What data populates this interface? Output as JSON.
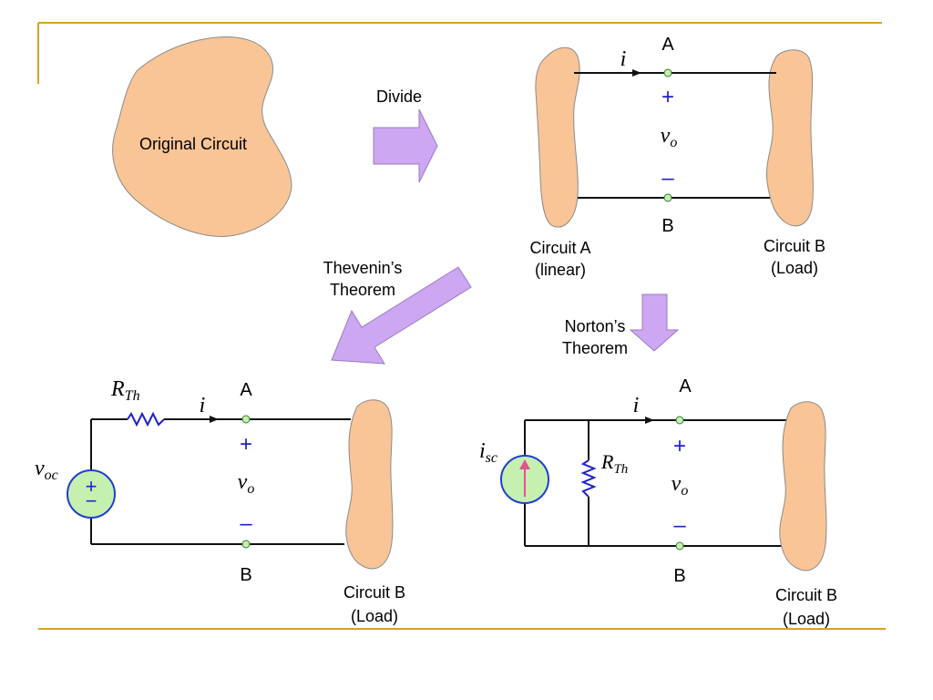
{
  "colors": {
    "frame_line": "#D9A21F",
    "blob_fill": "#F9C596",
    "blob_stroke": "#8A8A8A",
    "arrow_fill": "#CDA7F2",
    "arrow_stroke": "#9B7AC2",
    "wire": "#111111",
    "polarity": "#1E22C8",
    "terminal_fill": "#C6F0B0",
    "source_fill": "#C6F0B0",
    "source_stroke": "#1E3FD0",
    "resistor": "#1E22C8",
    "current_arrow": "#E05590"
  },
  "icons": {
    "block_arrow": "block-arrow-icon",
    "voltage_source": "voltage-source-icon",
    "current_source": "current-source-icon",
    "resistor": "resistor-icon",
    "terminal": "terminal-dot-icon"
  },
  "original": {
    "label": "Original Circuit"
  },
  "divide_arrow": {
    "label": "Divide"
  },
  "thevenin_arrow": {
    "line1": "Thevenin’s",
    "line2": "Theorem"
  },
  "norton_arrow": {
    "line1": "Norton’s",
    "line2": "Theorem"
  },
  "top_circuit": {
    "current": "i",
    "terminal_a": "A",
    "terminal_b": "B",
    "plus": "+",
    "minus": "–",
    "voltage_main": "v",
    "voltage_sub": "o",
    "circuit_a_line1": "Circuit A",
    "circuit_a_line2": "(linear)",
    "circuit_b_line1": "Circuit B",
    "circuit_b_line2": "(Load)"
  },
  "thevenin_circuit": {
    "resistor_main": "R",
    "resistor_sub": "Th",
    "source_main": "v",
    "source_sub": "oc",
    "source_plus": "+",
    "source_minus": "−",
    "current": "i",
    "terminal_a": "A",
    "terminal_b": "B",
    "plus": "+",
    "minus": "–",
    "voltage_main": "v",
    "voltage_sub": "o",
    "load_line1": "Circuit B",
    "load_line2": "(Load)"
  },
  "norton_circuit": {
    "source_main": "i",
    "source_sub": "sc",
    "resistor_main": "R",
    "resistor_sub": "Th",
    "current": "i",
    "terminal_a": "A",
    "terminal_b": "B",
    "plus": "+",
    "minus": "–",
    "voltage_main": "v",
    "voltage_sub": "o",
    "load_line1": "Circuit B",
    "load_line2": "(Load)"
  }
}
